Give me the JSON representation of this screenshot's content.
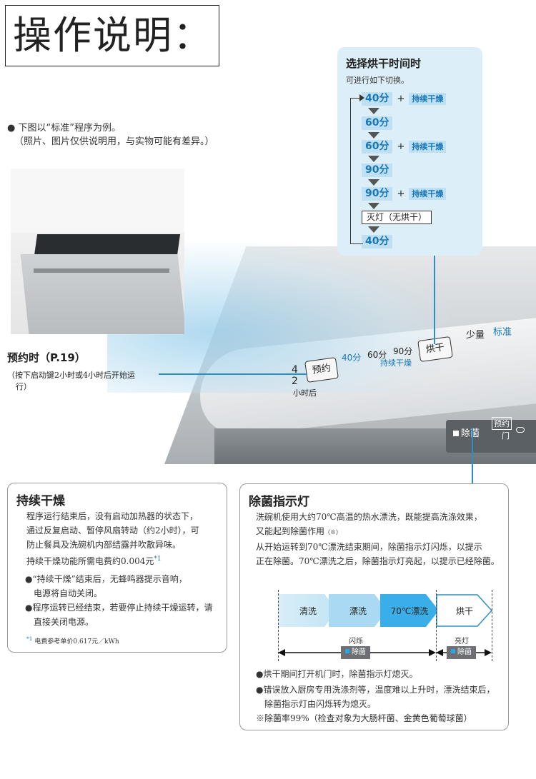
{
  "page": {
    "title": "操作说明：",
    "note_line1": "● 下图以“标准”程序为例。",
    "note_line2": "（照片、图片仅供说明用，与实物可能有差异。）"
  },
  "selector": {
    "heading": "选择烘干时间时",
    "subtitle": "可进行如下切换。",
    "rows": {
      "r1_time": "40分",
      "r1_plus": "+",
      "r1_extra": "持续干燥",
      "r2_time": "60分",
      "r3_time": "60分",
      "r3_plus": "+",
      "r3_extra": "持续干燥",
      "r4_time": "90分",
      "r5_time": "90分",
      "r5_plus": "+",
      "r5_extra": "持续干燥",
      "r6_off": "灭灯（无烘干）",
      "r7_time": "40分"
    }
  },
  "panel": {
    "reserve_num_4": "4",
    "reserve_num_2": "2",
    "reserve_button": "预约",
    "reserve_unit": "小时后",
    "dry_40": "40分",
    "dry_60": "60分",
    "dry_90": "90分",
    "dry_keep": "持续干燥",
    "dry_button": "烘干",
    "mode_small": "少量",
    "mode_standard": "标准",
    "sterilize_label": "除菌",
    "reserve_label": "预约",
    "door_label": "门"
  },
  "reserve_callout": {
    "heading": "预约时（P.19）",
    "desc_line1": "（按下启动键2小时或4小时后开始运",
    "desc_line2": "行）"
  },
  "continuous_dry": {
    "heading": "持续干燥",
    "p1": "程序运行结束后，没有启动加热器的状态下，",
    "p2": "通过反复启动、暂停风扇转动（约2小时），可",
    "p3": "防止餐具及洗碗机内部结露并吹散异味。",
    "p4": "持续干燥功能所需电费约0.004元",
    "p4_mark": "*1",
    "b1a": "●“持续干燥”结束后，无蜂鸣器提示音响，",
    "b1b": "电源将自动关闭。",
    "b2a": "●程序运转已经结束，若要停止持续干燥运转，请",
    "b2b": "直接关闭电源。",
    "footnote": "电费参考单价0.617元／kWh",
    "footnote_mark": "*1"
  },
  "sterilize": {
    "heading": "除菌指示灯",
    "p1": "洗碗机使用大约70℃高温的热水漂洗，既能提高洗涤效果，",
    "p2": "又能起到除菌作用",
    "p2_mark": "（※）",
    "p3": "从开始运转到70℃漂洗结束期间，除菌指示灯闪烁，以提示",
    "p4": "正在除菌。70℃漂洗之后，除菌指示灯亮起，以提示已经除菌。",
    "flow": [
      "清洗",
      "漂洗",
      "70℃漂洗",
      "烘干"
    ],
    "blink_label": "闪烁",
    "on_label": "亮灯",
    "badge": "除菌",
    "b1": "●烘干期间打开机门时，除菌指示灯熄灭。",
    "b2a": "●错误放入厨房专用洗涤剂等，温度难以上升时，漂洗结束后，",
    "b2b": "除菌指示灯由闪烁转为熄灭。",
    "note": "※除菌率99%（检查对象为大肠杆菌、金黄色葡萄球菌）"
  },
  "colors": {
    "accent_blue": "#1877b8",
    "panel_blue": "#dceef8",
    "badge_gray": "#6d6f72"
  }
}
